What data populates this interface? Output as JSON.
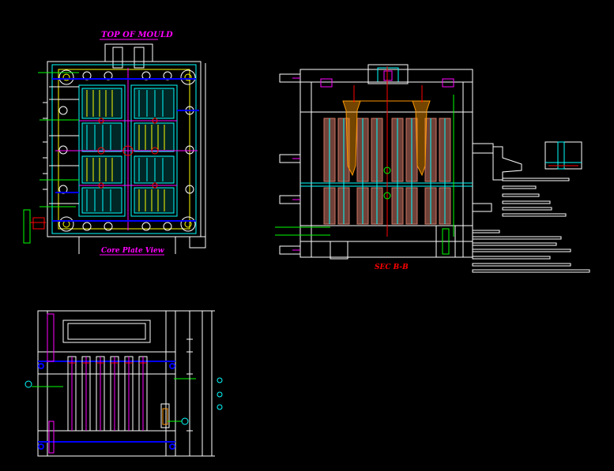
{
  "labels": {
    "top_of_mould": "TOP OF MOULD",
    "core_plate_view": "Core Plate View",
    "section_b_b": "SEC B-B"
  },
  "colors": {
    "background": "#000000",
    "outline": "#ffffff",
    "magenta": "#ff00ff",
    "cyan": "#00ffff",
    "yellow": "#ffff00",
    "blue": "#0000ff",
    "green": "#00ff00",
    "red": "#ff0000",
    "orange": "#ff9900",
    "salmon": "#cc7766"
  },
  "icons": {
    "view_arrow": "view-direction-arrow-icon",
    "balloon": "callout-balloon-icon"
  }
}
